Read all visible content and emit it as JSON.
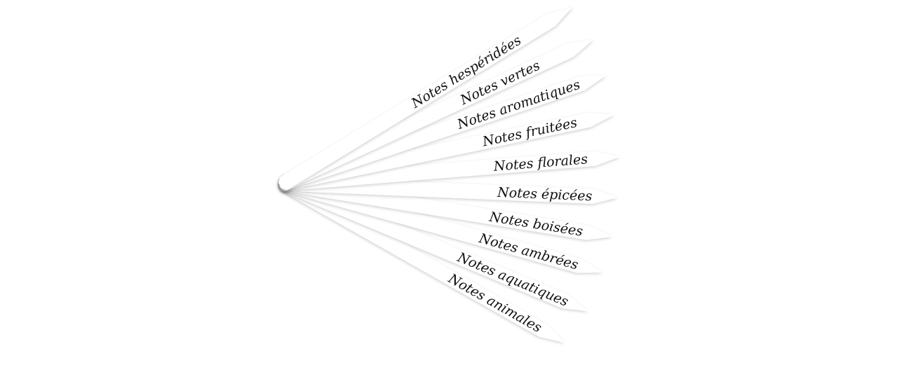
{
  "strips": [
    {
      "label": "Notes hespéridées"
    },
    {
      "label": "Notes vertes"
    },
    {
      "label": "Notes aromatiques"
    },
    {
      "label": "Notes fruitées"
    },
    {
      "label": "Notes florales"
    },
    {
      "label": "Notes épicées"
    },
    {
      "label": "Notes boisées"
    },
    {
      "label": "Notes ambrées"
    },
    {
      "label": "Notes aquatiques"
    },
    {
      "label": "Notes animales"
    }
  ],
  "colors": {
    "strip_fill": "#ffffff",
    "text": "#111111"
  }
}
